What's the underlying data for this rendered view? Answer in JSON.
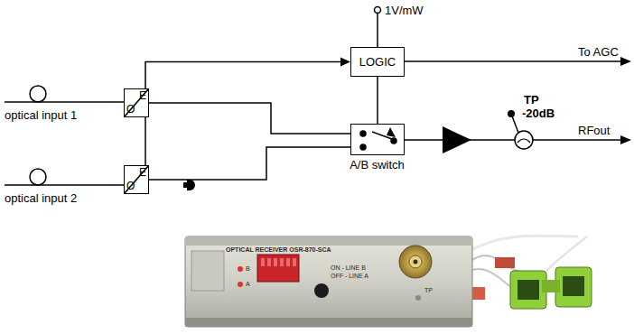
{
  "diagram": {
    "nodes": [
      {
        "text": [
          "O",
          "E"
        ]
      },
      {
        "text": [
          "O",
          "E"
        ]
      },
      {
        "text": [
          "LOGIC"
        ]
      },
      {
        "text": [
          "A/B switch"
        ]
      }
    ],
    "edges": [
      {
        "from": 0,
        "to": 2,
        "arrow": "to"
      },
      {
        "from": 1,
        "to": 0,
        "arrow": "none"
      },
      {
        "from": 2,
        "to": 3,
        "arrow": "none"
      },
      {
        "from": 0,
        "to": 3,
        "arrow": "none"
      },
      {
        "from": 1,
        "to": 3,
        "arrow": "none"
      }
    ],
    "labels": [
      "optical input 1",
      "optical input 2",
      "1V/mW",
      "To AGC",
      "TP",
      "-20dB",
      "RFout",
      "OPTICAL RECEIVER OSR-870-SCA",
      "B",
      "A",
      "ON - LINE B",
      "OFF - LINE A",
      "TP"
    ]
  }
}
